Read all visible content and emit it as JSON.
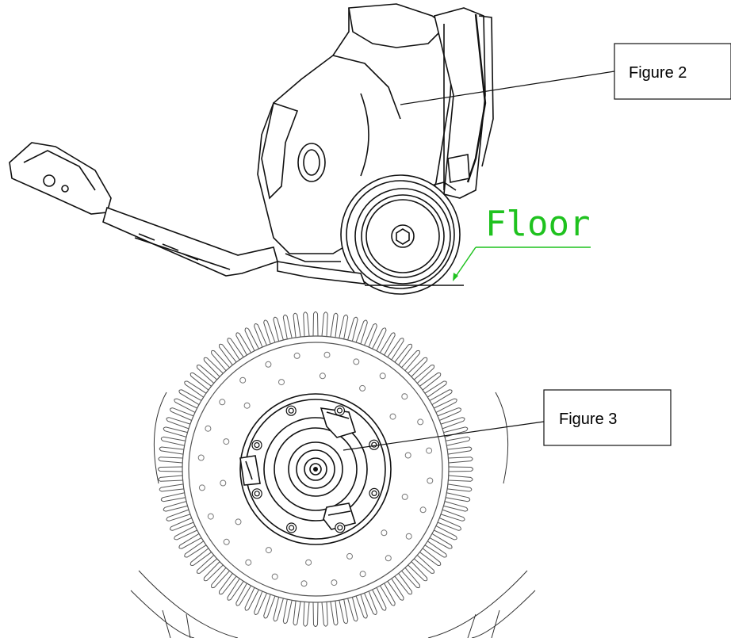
{
  "figure2": {
    "label": "Figure 2",
    "floor_label": "Floor"
  },
  "figure3": {
    "label": "Figure 3"
  },
  "colors": {
    "floor_annotation": "#1fc21f",
    "line_art": "#111111"
  }
}
